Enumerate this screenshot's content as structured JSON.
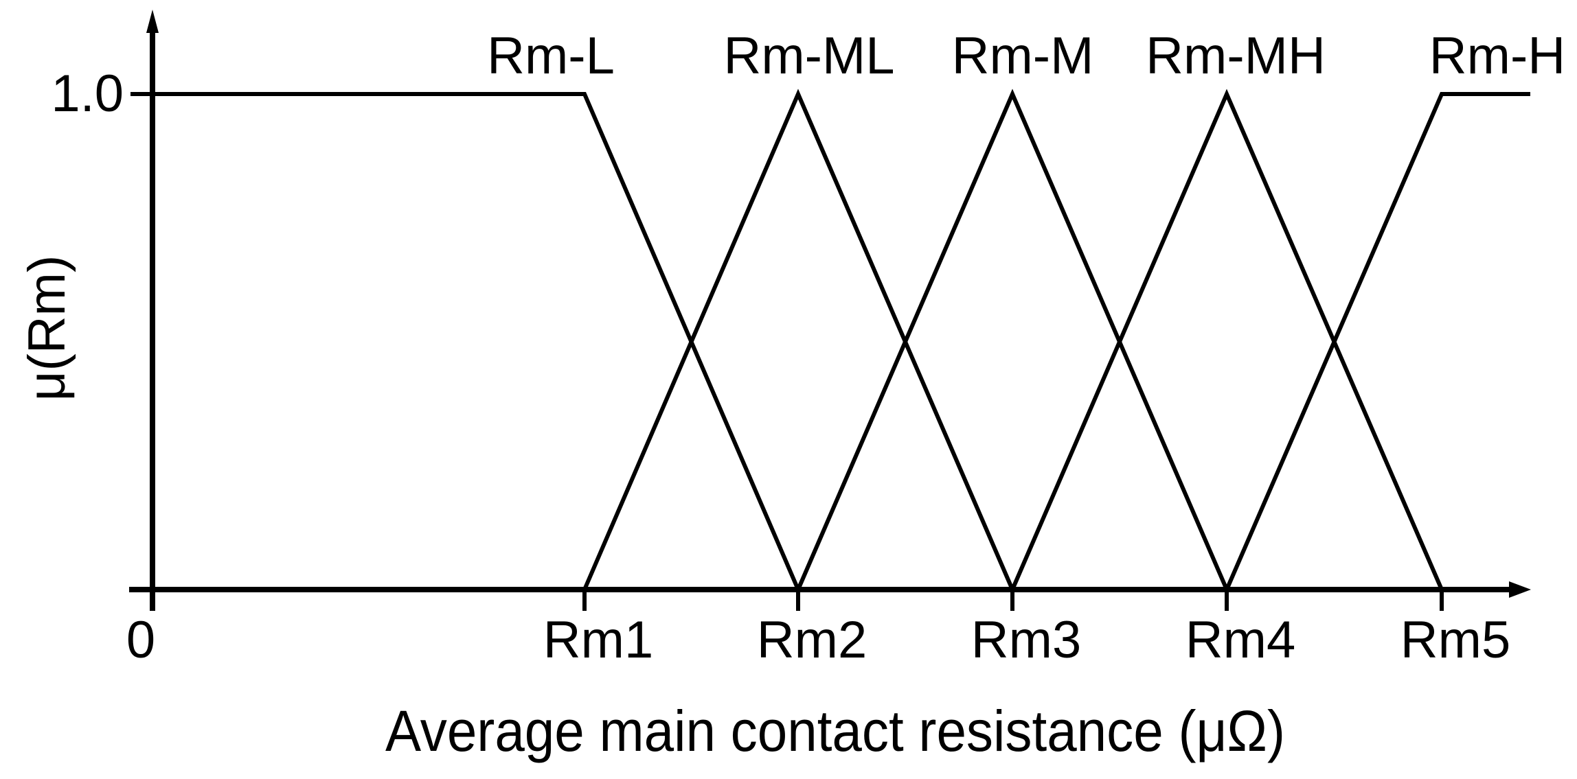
{
  "figure": {
    "background_color": "#ffffff",
    "ink_color": "#000000",
    "description": "Fuzzy membership function plot with one left-shoulder trapezoid, three triangles and one right-shoulder trapezoid"
  },
  "chart_data": {
    "type": "line",
    "subtype": "fuzzy-membership-functions",
    "title": "",
    "xlabel": "Average main contact resistance (μΩ)",
    "ylabel": "μ(Rm)",
    "origin_label": "0",
    "x_ticks": [
      "Rm1",
      "Rm2",
      "Rm3",
      "Rm4",
      "Rm5"
    ],
    "y_ticks": [
      "1.0"
    ],
    "ylim": [
      0,
      1
    ],
    "grid": false,
    "legend_position": "labels-above-curves",
    "series": [
      {
        "name": "Rm-L",
        "shape": "left-shoulder-trapezoid",
        "x_breakpoints": [
          "0",
          "Rm1",
          "Rm2"
        ],
        "membership": [
          1,
          1,
          0
        ]
      },
      {
        "name": "Rm-ML",
        "shape": "triangle",
        "x_breakpoints": [
          "Rm1",
          "Rm2",
          "Rm3"
        ],
        "membership": [
          0,
          1,
          0
        ]
      },
      {
        "name": "Rm-M",
        "shape": "triangle",
        "x_breakpoints": [
          "Rm2",
          "Rm3",
          "Rm4"
        ],
        "membership": [
          0,
          1,
          0
        ]
      },
      {
        "name": "Rm-MH",
        "shape": "triangle",
        "x_breakpoints": [
          "Rm3",
          "Rm4",
          "Rm5"
        ],
        "membership": [
          0,
          1,
          0
        ]
      },
      {
        "name": "Rm-H",
        "shape": "right-shoulder-trapezoid",
        "x_breakpoints": [
          "Rm4",
          "Rm5",
          "xmax"
        ],
        "membership": [
          0,
          1,
          1
        ]
      }
    ]
  }
}
